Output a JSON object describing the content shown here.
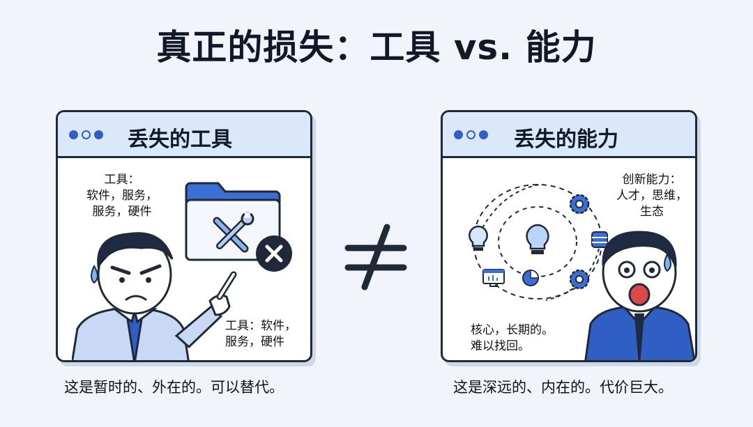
{
  "title": "真正的损失：工具 vs. 能力",
  "left_panel": {
    "header": "丢失的工具",
    "note_top": [
      "工具：",
      "软件，服务，",
      "服务，硬件"
    ],
    "note_bottom": [
      "工具：软件，",
      "服务，硬件"
    ],
    "caption": "这是暂时的、外在的。可以替代。"
  },
  "right_panel": {
    "header": "丢失的能力",
    "note_top": [
      "创新能力：",
      "人才，思维，",
      "生态"
    ],
    "note_bottom": [
      "核心，长期的。",
      "难以找回。"
    ],
    "caption": "这是深远的、内在的。代价巨大。"
  },
  "colors": {
    "accent": "#2f5fc4",
    "header_bg": "#dbe7fb",
    "outline": "#1f2937"
  },
  "icons": [
    "folder-icon",
    "tools-icon",
    "close-icon",
    "lightbulb-icon",
    "gear-icon",
    "database-icon",
    "pie-chart-icon",
    "monitor-icon",
    "not-equal-icon"
  ]
}
